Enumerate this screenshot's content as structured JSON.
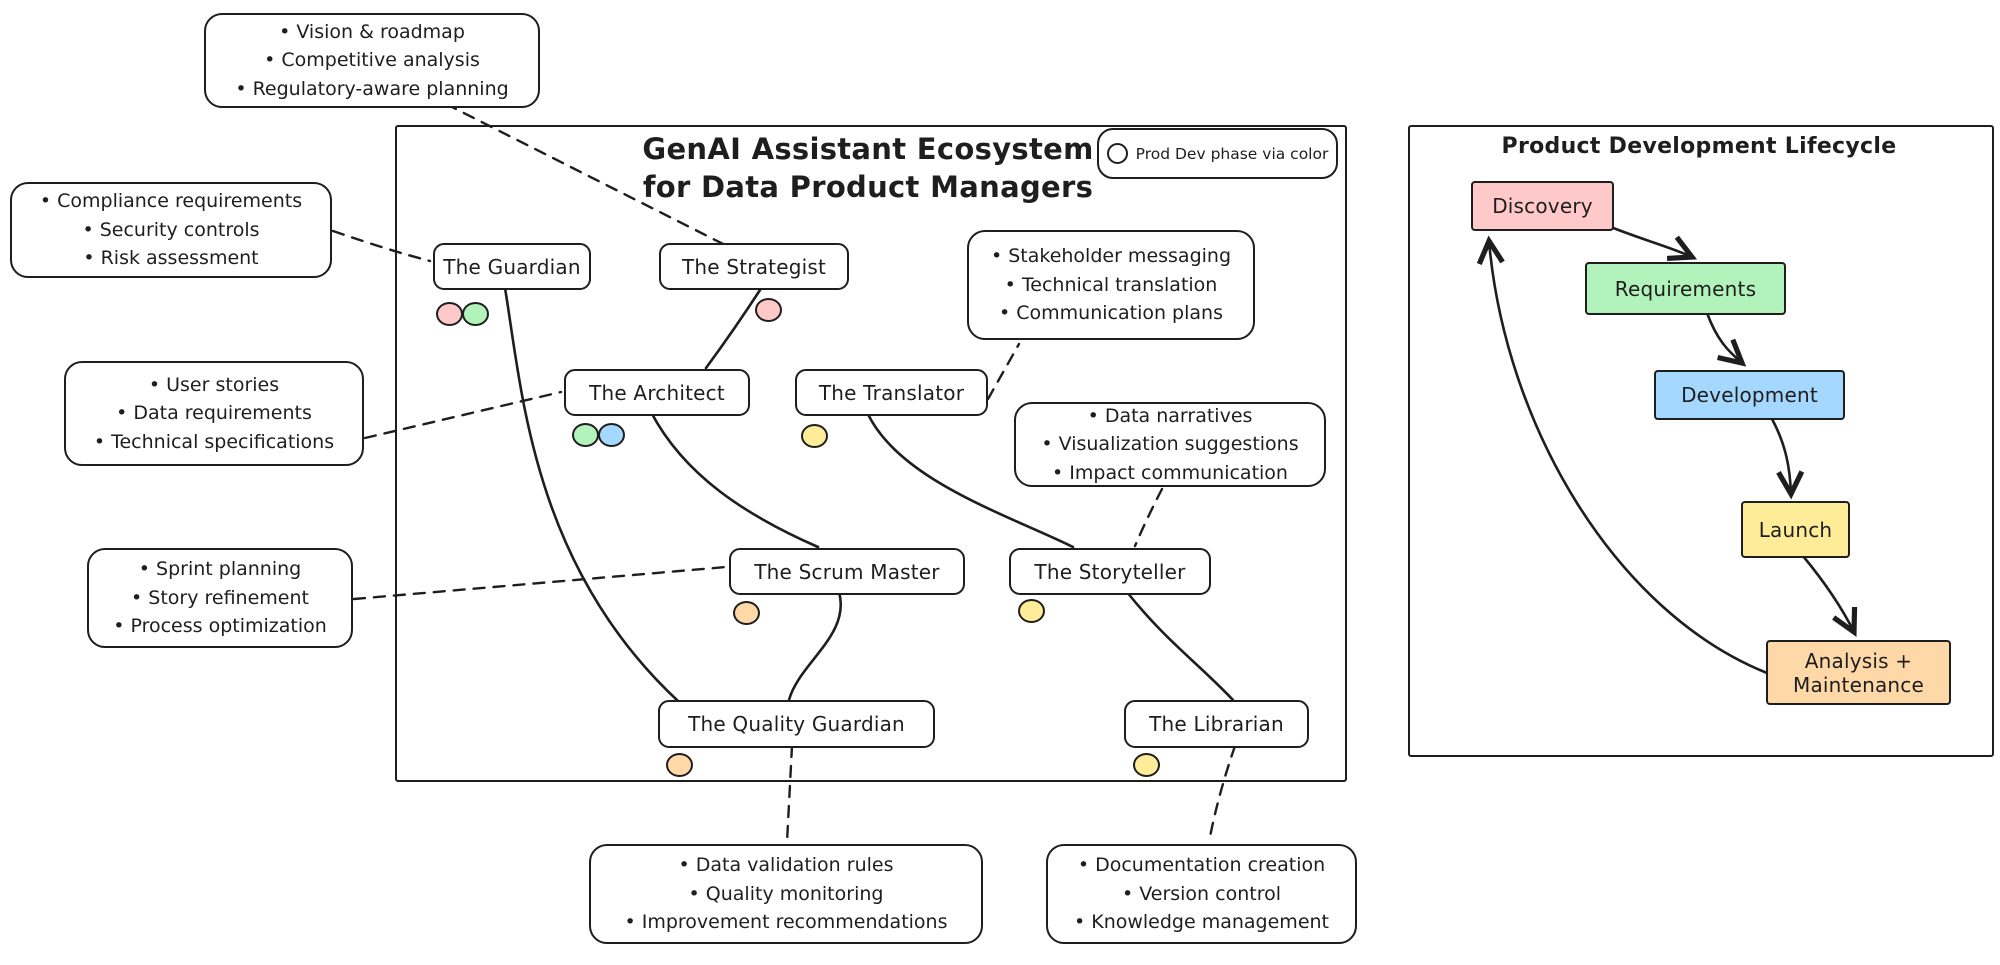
{
  "main": {
    "title_line1": "GenAI Assistant Ecosystem",
    "title_line2": "for Data Product Managers",
    "legend": {
      "label": "Prod Dev phase via color"
    },
    "roles": [
      {
        "label": "The Guardian",
        "dots": [
          "#ffc9c9",
          "#b2f2bb"
        ]
      },
      {
        "label": "The Strategist",
        "dots": [
          "#ffc9c9"
        ]
      },
      {
        "label": "The Architect",
        "dots": [
          "#b2f2bb",
          "#a5d8ff"
        ]
      },
      {
        "label": "The Translator",
        "dots": [
          "#ffec99"
        ]
      },
      {
        "label": "The Scrum Master",
        "dots": [
          "#ffd8a8"
        ]
      },
      {
        "label": "The Storyteller",
        "dots": [
          "#ffec99"
        ]
      },
      {
        "label": "The Quality Guardian",
        "dots": [
          "#ffd8a8"
        ]
      },
      {
        "label": "The Librarian",
        "dots": [
          "#ffec99"
        ]
      }
    ],
    "callouts": [
      {
        "for": "The Strategist",
        "items": [
          "Vision & roadmap",
          "Competitive analysis",
          "Regulatory-aware planning"
        ]
      },
      {
        "for": "The Guardian",
        "items": [
          "Compliance requirements",
          "Security controls",
          "Risk assessment"
        ]
      },
      {
        "for": "The Architect",
        "items": [
          "User stories",
          "Data requirements",
          "Technical specifications"
        ]
      },
      {
        "for": "The Scrum Master",
        "items": [
          "Sprint planning",
          "Story refinement",
          "Process optimization"
        ]
      },
      {
        "for": "The Translator",
        "items": [
          "Stakeholder messaging",
          "Technical translation",
          "Communication plans"
        ]
      },
      {
        "for": "The Storyteller",
        "items": [
          "Data narratives",
          "Visualization suggestions",
          "Impact communication"
        ]
      },
      {
        "for": "The Quality Guardian",
        "items": [
          "Data validation rules",
          "Quality monitoring",
          "Improvement recommendations"
        ]
      },
      {
        "for": "The Librarian",
        "items": [
          "Documentation creation",
          "Version control",
          "Knowledge management"
        ]
      }
    ]
  },
  "lifecycle": {
    "title": "Product Development Lifecycle",
    "stages": [
      {
        "label": "Discovery",
        "color": "#ffc9c9"
      },
      {
        "label": "Requirements",
        "color": "#b2f2bb"
      },
      {
        "label": "Development",
        "color": "#a5d8ff"
      },
      {
        "label": "Launch",
        "color": "#ffec99"
      },
      {
        "label": "Analysis + Maintenance",
        "color": "#ffd8a8"
      }
    ]
  }
}
